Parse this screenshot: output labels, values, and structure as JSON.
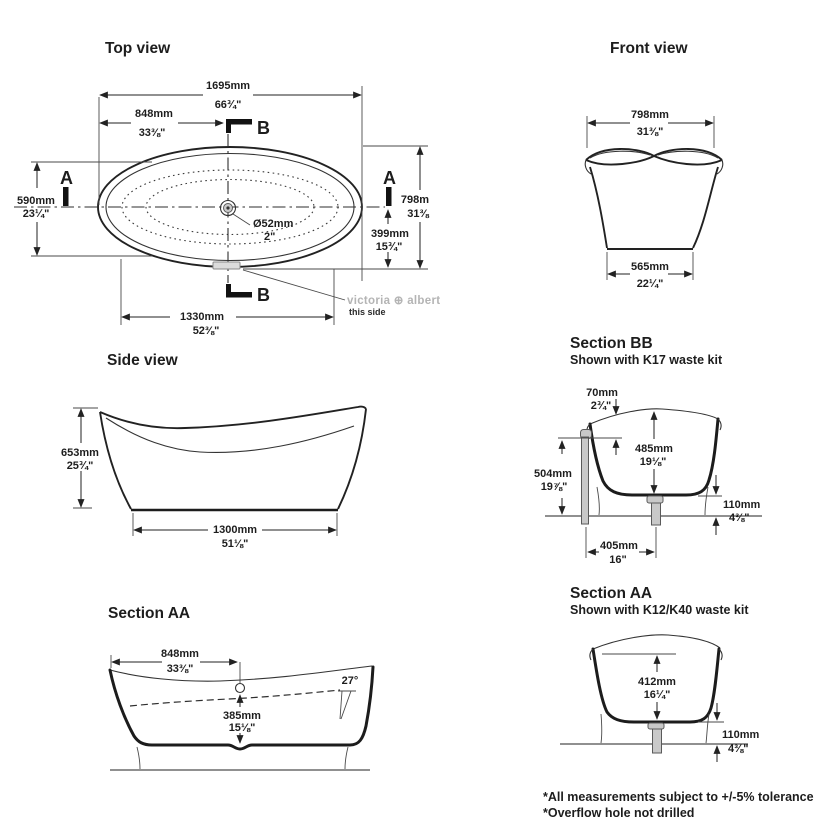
{
  "top_view": {
    "title": "Top view",
    "marker_a": "A",
    "marker_b": "B",
    "length_mm": "1695mm",
    "length_in": "66¾\"",
    "half_mm": "848mm",
    "half_in": "33⅜\"",
    "width_mm": "590mm",
    "width_in": "23¼\"",
    "height_mm": "798m",
    "height_in": "31⅜",
    "offset_mm": "399mm",
    "offset_in": "15¾\"",
    "base_mm": "1330mm",
    "base_in": "52⅜\"",
    "drain_mm": "Ø52mm",
    "drain_in": "2\"",
    "logo": "victoria ⊕ albert",
    "logo_note": "this side"
  },
  "front_view": {
    "title": "Front view",
    "width_mm": "798mm",
    "width_in": "31⅜\"",
    "base_mm": "565mm",
    "base_in": "22¼\""
  },
  "side_view": {
    "title": "Side view",
    "height_mm": "653mm",
    "height_in": "25¾\"",
    "base_mm": "1300mm",
    "base_in": "51⅛\""
  },
  "section_bb": {
    "title": "Section BB",
    "subtitle": "Shown with K17 waste kit",
    "rim_mm": "70mm",
    "rim_in": "2¾\"",
    "depth_mm": "485mm",
    "depth_in": "19⅛\"",
    "height_mm": "504mm",
    "height_in": "19⅞\"",
    "plinth_mm": "110mm",
    "plinth_in": "4⅜\"",
    "waste_mm": "405mm",
    "waste_in": "16\""
  },
  "section_aa": {
    "title": "Section AA",
    "half_mm": "848mm",
    "half_in": "33⅜\"",
    "depth_mm": "385mm",
    "depth_in": "15⅛\"",
    "angle": "27°"
  },
  "section_aa2": {
    "title": "Section AA",
    "subtitle": "Shown with K12/K40 waste kit",
    "depth_mm": "412mm",
    "depth_in": "16¼\"",
    "plinth_mm": "110mm",
    "plinth_in": "4⅜\""
  },
  "footnotes": {
    "line1": "*All measurements subject to +/-5% tolerance",
    "line2": "*Overflow hole not drilled"
  }
}
